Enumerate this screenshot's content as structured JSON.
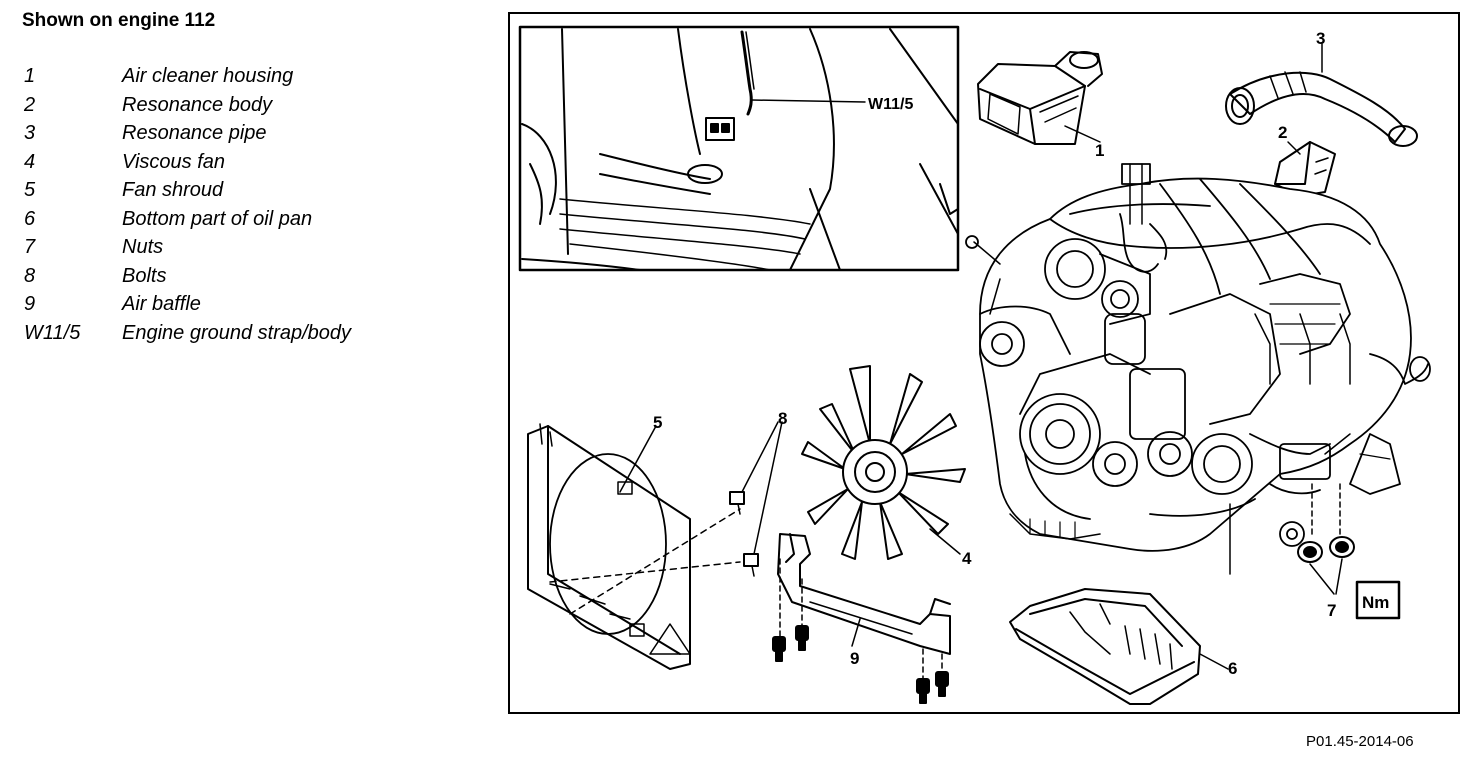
{
  "title": "Shown on engine 112",
  "legend": [
    {
      "num": "1",
      "label": "Air cleaner housing"
    },
    {
      "num": "2",
      "label": "Resonance body"
    },
    {
      "num": "3",
      "label": "Resonance pipe"
    },
    {
      "num": "4",
      "label": "Viscous fan"
    },
    {
      "num": "5",
      "label": "Fan shroud"
    },
    {
      "num": "6",
      "label": "Bottom part of oil pan"
    },
    {
      "num": "7",
      "label": "Nuts"
    },
    {
      "num": "8",
      "label": "Bolts"
    },
    {
      "num": "9",
      "label": "Air baffle"
    },
    {
      "num": "W11/5",
      "label": "Engine ground strap/body"
    }
  ],
  "callouts": {
    "c1": "1",
    "c2": "2",
    "c3": "3",
    "c4": "4",
    "c5": "5",
    "c6": "6",
    "c7": "7",
    "c8": "8",
    "c9": "9",
    "w115": "W11/5"
  },
  "nm_badge": "Nm",
  "reference": "P01.45-2014-06"
}
